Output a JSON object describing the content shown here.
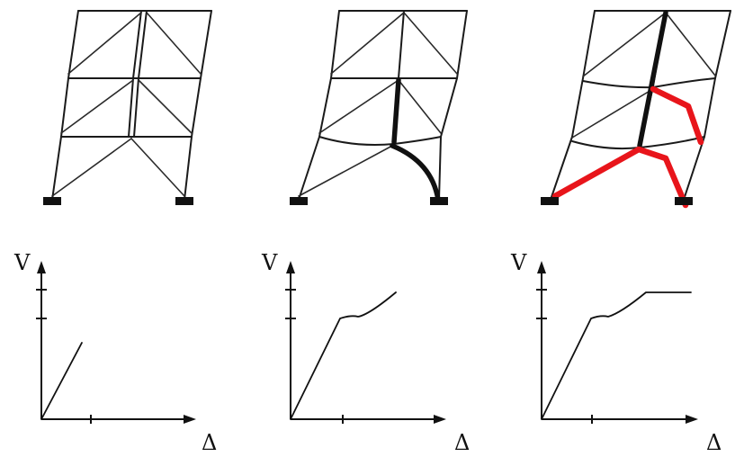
{
  "graphs": [
    {
      "v_label": "V",
      "delta_label": "Δ"
    },
    {
      "v_label": "V",
      "delta_label": "Δ"
    },
    {
      "v_label": "V",
      "delta_label": "Δ"
    }
  ],
  "colors": {
    "frame": "#1a1a1a",
    "hinge_highlight": "#e8151b",
    "background": "#ffffff"
  },
  "stages": [
    {
      "frame": "elastic",
      "curve": "linear"
    },
    {
      "frame": "bottom-story-yield",
      "curve": "yield-then-harden"
    },
    {
      "frame": "plastic-mechanism",
      "curve": "yield-then-plateau"
    }
  ]
}
